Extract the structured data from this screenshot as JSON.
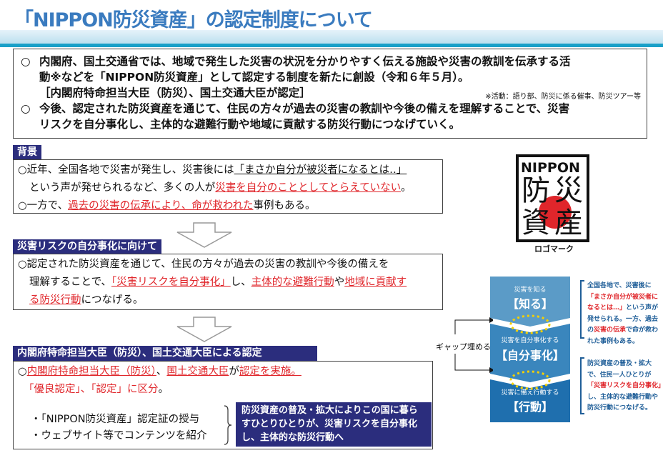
{
  "title": "「NIPPON防災資産」の認定制度について",
  "overview": {
    "bullet": "○",
    "p1_l1": "内閣府、国土交通省では、地域で発生した災害の状況を分かりやすく伝える施設や災害の教訓を伝承する活",
    "p1_l2": "動※などを「NIPPON防災資産」として認定する制度を新たに創設（令和６年５月）。",
    "p1_l3": "［内閣府特命担当大臣（防災）、国土交通大臣が認定］",
    "note": "※活動：語り部、防災に係る催事、防災ツアー等",
    "p2_l1": "今後、認定された防災資産を通じて、住民の方々が過去の災害の教訓や今後の備えを理解することで、災害",
    "p2_l2": "リスクを自分事化し、主体的な避難行動や地域に貢献する防災行動につなげていく。"
  },
  "background": {
    "label": "背景",
    "l1a": "○近年、全国各地で災害が発生し、災害後には",
    "l1b": "「まさか自分が被災者になるとは‥」",
    "l2a": "という声が発せられるなど、多くの人が",
    "l2b": "災害を自分のこととしてとらえていない",
    "l2c": "。",
    "l3a": "○一方で、",
    "l3b": "過去の災害の伝承により、命が救われた",
    "l3c": "事例もある。"
  },
  "ownership": {
    "label": "災害リスクの自分事化に向けて",
    "l1": "○認定された防災資産を通じて、住民の方々が過去の災害の教訓や今後の備えを",
    "l2a": "理解することで、",
    "l2b": "「災害リスクを自分事化」",
    "l2c": "し、",
    "l2d": "主体的な避難行動",
    "l2e": "や",
    "l2f": "地域に貢献す",
    "l3a": "る防災行動",
    "l3b": "につなげる。"
  },
  "certification": {
    "label": "内閣府特命担当大臣（防災）、国土交通大臣による認定",
    "l1a": "○",
    "l1b": "内閣府特命担当大臣（防災）",
    "l1c": "、",
    "l1d": "国土交通大臣",
    "l1e": "が",
    "l1f": "認定を実施。",
    "l2a": "「優良認定」、「認定」に区分",
    "l2b": "。",
    "item1": "・「NIPPON防災資産」認定証の授与",
    "item2": "・ウェブサイト等でコンテンツを紹介",
    "goal": "防災資産の普及・拡大によりこの国に暮らすひとりひとりが、災害リスクを自分事化し、主体的な防災行動へ"
  },
  "logo": {
    "line1": "NIPPON",
    "k1": "防",
    "k2": "災",
    "k3": "資",
    "k4": "産",
    "caption": "ロゴマーク"
  },
  "flow": {
    "gap_label": "ギャップ埋める",
    "steps": [
      {
        "sub": "災害を知る",
        "main": "【知る】"
      },
      {
        "sub": "災害を自分事化する",
        "main": "【自分事化】"
      },
      {
        "sub": "災害に備え行動する",
        "main": "【行動】"
      }
    ],
    "side1": {
      "a": "全国各地で、災害後に",
      "b": "「まさか自分が被災者になるとは…」",
      "c": "という声が発せられる。一方、過去の",
      "d": "災害の伝承",
      "e": "で命が救われた事例もある。"
    },
    "side2": {
      "a": "防災資産の普及・拡大で、住民一人ひとりが",
      "b": "「災害リスクを自分事化」",
      "c": "し、主体的な避難行動や防災行動につなげる。"
    }
  },
  "colors": {
    "navy": "#2b2d7d",
    "red": "#e0262b",
    "title_blue": "#3a7bbf",
    "band": "#1aa0c8"
  }
}
